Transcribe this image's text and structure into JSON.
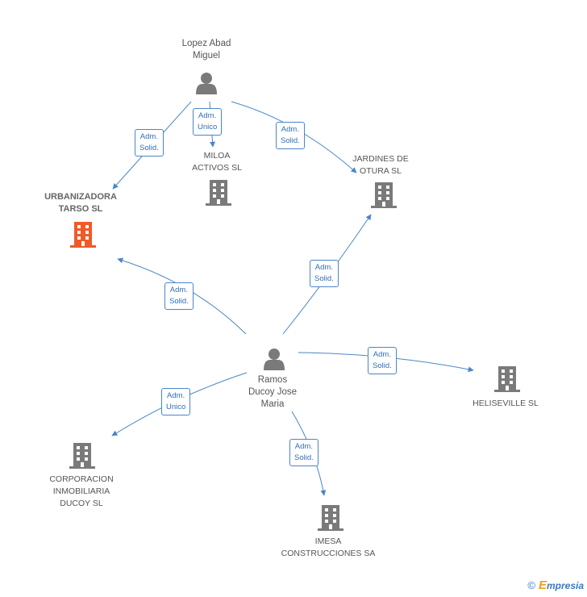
{
  "nodes": {
    "lopez": {
      "label": "Lopez Abad\nMiguel",
      "type": "person"
    },
    "ramos": {
      "label": "Ramos\nDucoy Jose\nMaria",
      "type": "person"
    },
    "urbanizadora": {
      "label": "URBANIZADORA\nTARSO SL",
      "type": "company",
      "highlight": true
    },
    "miloa": {
      "label": "MILOA\nACTIVOS SL",
      "type": "company"
    },
    "jardines": {
      "label": "JARDINES DE\nOTURA SL",
      "type": "company"
    },
    "heliseville": {
      "label": "HELISEVILLE  SL",
      "type": "company"
    },
    "corporacion": {
      "label": "CORPORACION\nINMOBILIARIA\nDUCOY SL",
      "type": "company"
    },
    "imesa": {
      "label": "IMESA\nCONSTRUCCIONES SA",
      "type": "company"
    }
  },
  "edges": {
    "lopez_urbanizadora": "Adm.\nSolid.",
    "lopez_miloa": "Adm.\nUnico",
    "lopez_jardines": "Adm.\nSolid.",
    "ramos_urbanizadora": "Adm.\nSolid.",
    "ramos_jardines": "Adm.\nSolid.",
    "ramos_heliseville": "Adm.\nSolid.",
    "ramos_corporacion": "Adm.\nUnico",
    "ramos_imesa": "Adm.\nSolid."
  },
  "footer": {
    "copyright": "©",
    "brand_first": "E",
    "brand_rest": "mpresia"
  },
  "colors": {
    "edge": "#4a86c8",
    "icon": "#7a7a7a",
    "highlight_icon": "#f05a28"
  },
  "icons": {
    "person": "person-icon",
    "company": "building-icon"
  }
}
